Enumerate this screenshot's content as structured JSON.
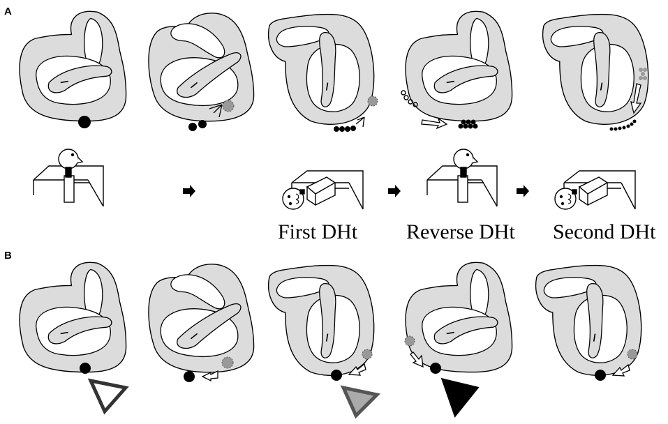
{
  "panels": {
    "a_label": "A",
    "b_label": "B"
  },
  "steps": [
    {
      "label": ""
    },
    {
      "label": ""
    },
    {
      "label": "First DHt"
    },
    {
      "label": "Reverse DHt"
    },
    {
      "label": "Second DHt"
    }
  ],
  "colors": {
    "labyrinth_fill": "#dcdcdc",
    "outline": "#000000",
    "otoconia": "#000000",
    "otoconia_prior": "#999999",
    "arrowhead_open": "#ffffff",
    "arrowhead_gray": "#aaaaaa",
    "arrowhead_gray_border": "#555555",
    "arrowhead_solid": "#000000"
  },
  "icons": [
    "ear-labyrinth-icon",
    "otolith-particle-icon",
    "movement-arrow-icon",
    "head-position-icon",
    "nystagmus-arrowhead-icon"
  ]
}
